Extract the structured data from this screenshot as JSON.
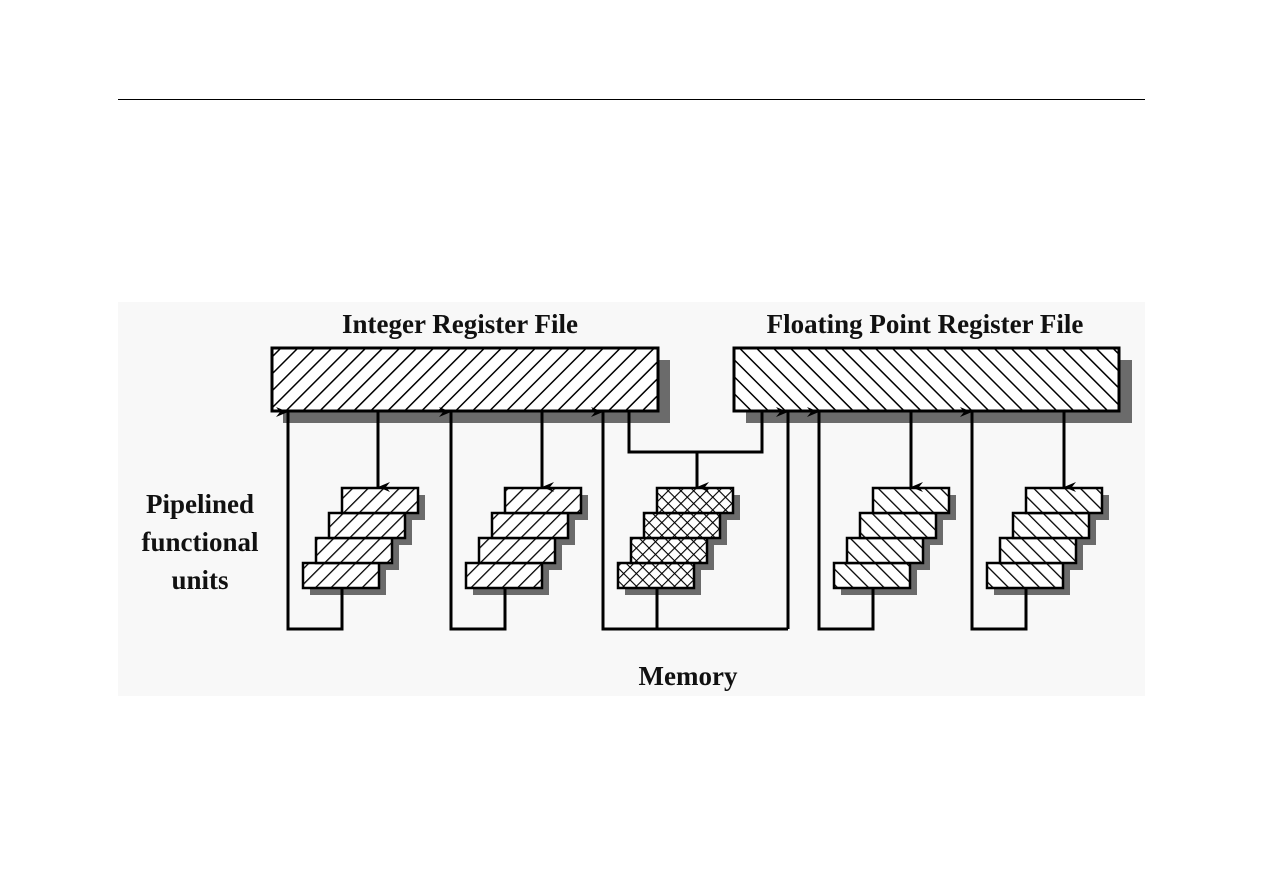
{
  "slide": {
    "has_title_rule": true
  },
  "diagram": {
    "integer_register_file": {
      "label": "Integer Register File",
      "pattern": "diagonal-forward"
    },
    "fp_register_file": {
      "label": "Floating Point Register File",
      "pattern": "diagonal-backward"
    },
    "side_label": [
      "Pipelined",
      "functional",
      "units"
    ],
    "memory_label": "Memory",
    "functional_units": [
      {
        "name": "integer-unit-1",
        "register_file": "integer",
        "pattern": "diagonal-forward",
        "stages": 4
      },
      {
        "name": "integer-unit-2",
        "register_file": "integer",
        "pattern": "diagonal-forward",
        "stages": 4
      },
      {
        "name": "load-store-unit",
        "register_file": "both",
        "pattern": "crosshatch",
        "stages": 4
      },
      {
        "name": "fp-unit-1",
        "register_file": "floating-point",
        "pattern": "diagonal-backward",
        "stages": 4
      },
      {
        "name": "fp-unit-2",
        "register_file": "floating-point",
        "pattern": "diagonal-backward",
        "stages": 4
      }
    ],
    "colors": {
      "background": "#f8f8f8",
      "stroke": "#000000",
      "shadow": "#6b6b6b",
      "fill": "#ffffff"
    }
  }
}
